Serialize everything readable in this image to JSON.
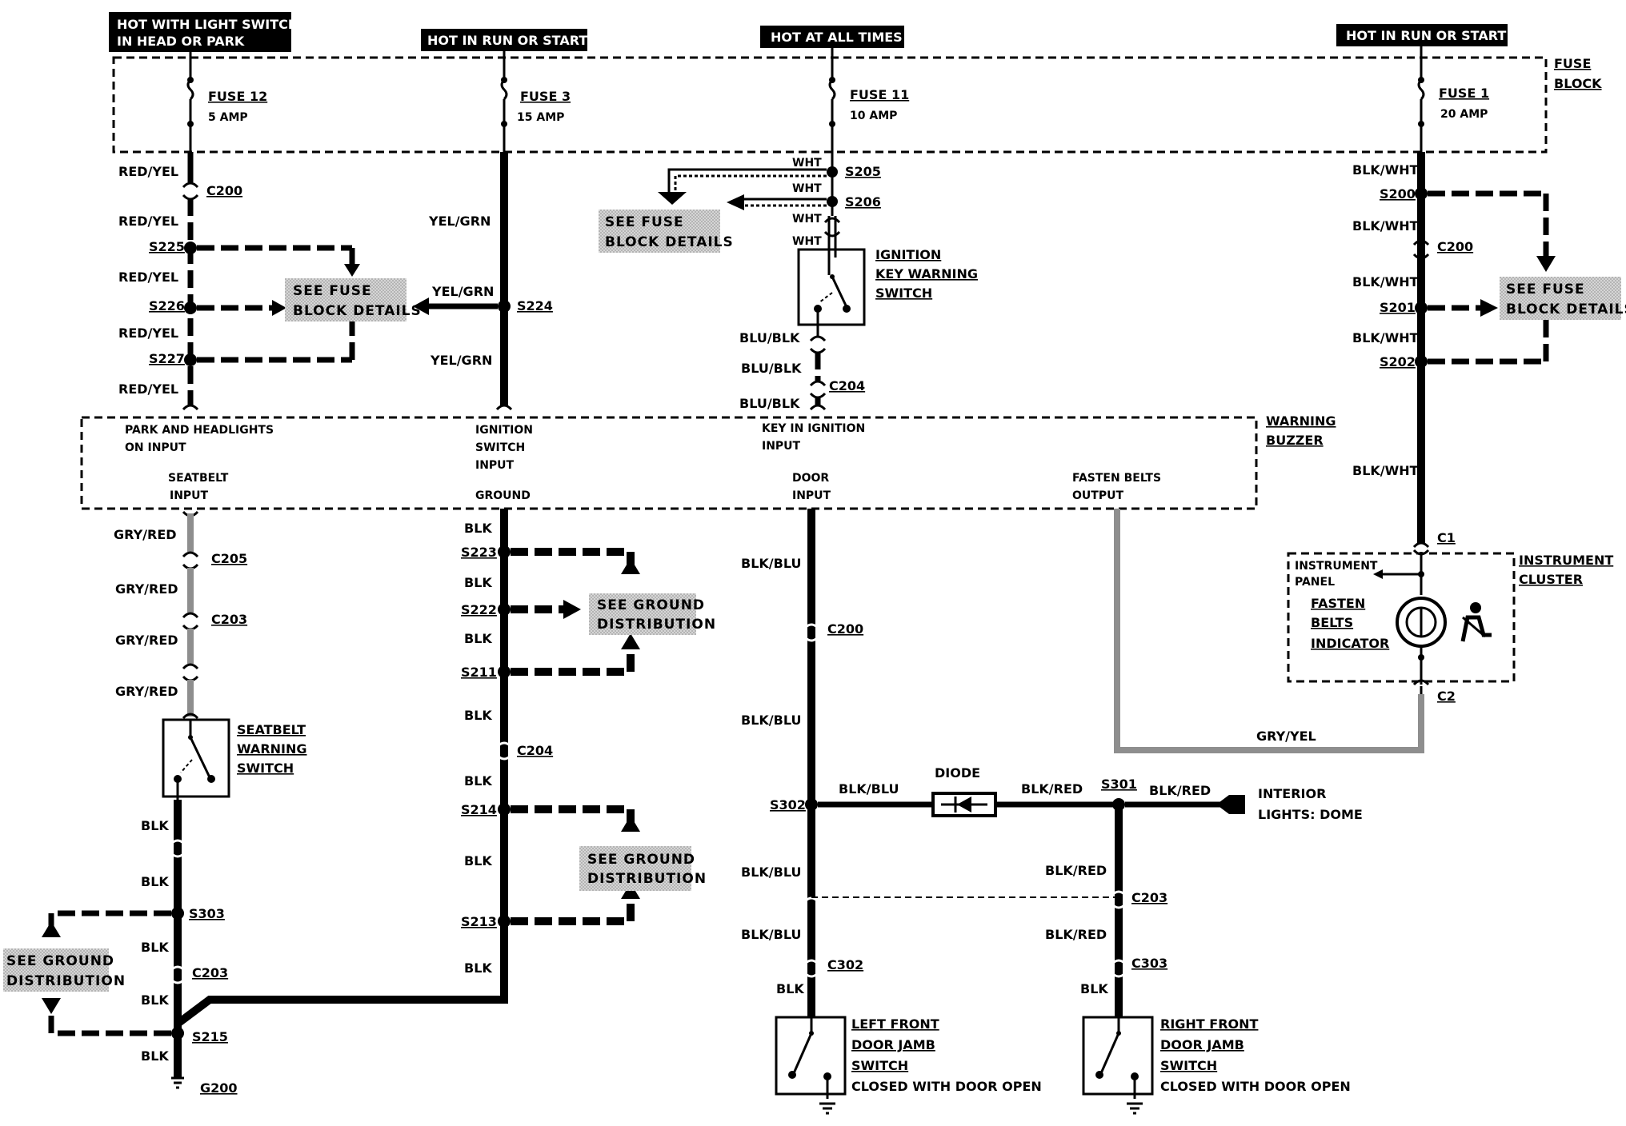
{
  "headers": {
    "hot_light_switch_1": "HOT WITH LIGHT SWITCH",
    "hot_light_switch_2": "IN HEAD OR PARK",
    "hot_run_start_a": "HOT IN RUN OR START",
    "hot_all_times": "HOT AT ALL TIMES",
    "hot_run_start_b": "HOT IN RUN OR START"
  },
  "fuse_block": {
    "label_1": "FUSE",
    "label_2": "BLOCK",
    "fuses": [
      {
        "name": "FUSE 12",
        "rating": "5 AMP"
      },
      {
        "name": "FUSE 3",
        "rating": "15 AMP"
      },
      {
        "name": "FUSE 11",
        "rating": "10 AMP"
      },
      {
        "name": "FUSE 1",
        "rating": "20 AMP"
      }
    ]
  },
  "references": {
    "see_fuse_1": "SEE FUSE",
    "see_fuse_2": "BLOCK DETAILS",
    "see_ground_1": "SEE GROUND",
    "see_ground_2": "DISTRIBUTION"
  },
  "wires": {
    "red_yel": "RED/YEL",
    "yel_grn": "YEL/GRN",
    "wht": "WHT",
    "blu_blk": "BLU/BLK",
    "blk_wht": "BLK/WHT",
    "gry_red": "GRY/RED",
    "blk": "BLK",
    "blk_blu": "BLK/BLU",
    "blk_red": "BLK/RED",
    "gry_yel": "GRY/YEL"
  },
  "splices": {
    "s225": "S225",
    "s226": "S226",
    "s227": "S227",
    "s224": "S224",
    "s205": "S205",
    "s206": "S206",
    "s200": "S200",
    "s201": "S201",
    "s202": "S202",
    "s223": "S223",
    "s222": "S222",
    "s211": "S211",
    "s214": "S214",
    "s213": "S213",
    "s303": "S303",
    "s215": "S215",
    "s302": "S302",
    "s301": "S301"
  },
  "connectors": {
    "c200": "C200",
    "c204": "C204",
    "c205": "C205",
    "c203": "C203",
    "c302": "C302",
    "c303": "C303",
    "c1": "C1",
    "c2": "C2"
  },
  "grounds": {
    "g200": "G200"
  },
  "ignition_switch": {
    "line1": "IGNITION",
    "line2": "KEY WARNING",
    "line3": "SWITCH"
  },
  "buzzer": {
    "label_1": "WARNING",
    "label_2": "BUZZER",
    "park_1": "PARK AND HEADLIGHTS",
    "park_2": "ON INPUT",
    "ign_1": "IGNITION",
    "ign_2": "SWITCH",
    "ign_3": "INPUT",
    "key_1": "KEY IN IGNITION",
    "key_2": "INPUT",
    "seat_1": "SEATBELT",
    "seat_2": "INPUT",
    "ground": "GROUND",
    "door_1": "DOOR",
    "door_2": "INPUT",
    "fasten_1": "FASTEN BELTS",
    "fasten_2": "OUTPUT"
  },
  "cluster": {
    "label_1": "INSTRUMENT",
    "label_2": "CLUSTER",
    "panel_1": "INSTRUMENT",
    "panel_2": "PANEL",
    "ind_1": "FASTEN",
    "ind_2": "BELTS",
    "ind_3": "INDICATOR"
  },
  "seatbelt_switch": {
    "line1": "SEATBELT",
    "line2": "WARNING",
    "line3": "SWITCH"
  },
  "diode": "DIODE",
  "interior": {
    "line1": "INTERIOR",
    "line2": "LIGHTS: DOME"
  },
  "left_door": {
    "line1": "LEFT FRONT",
    "line2": "DOOR JAMB",
    "line3": "SWITCH",
    "line4": "CLOSED WITH DOOR OPEN"
  },
  "right_door": {
    "line1": "RIGHT FRONT",
    "line2": "DOOR JAMB",
    "line3": "SWITCH",
    "line4": "CLOSED WITH DOOR OPEN"
  }
}
